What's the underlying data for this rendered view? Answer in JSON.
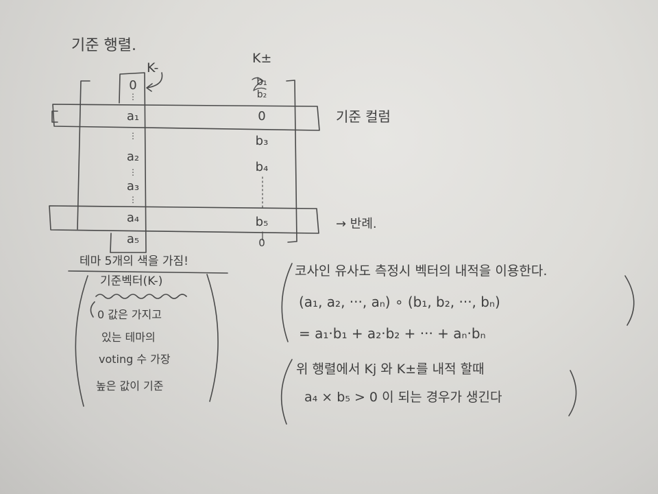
{
  "colors": {
    "paper": "#dddcd8",
    "ink": "#3f3f3f"
  },
  "matrix": {
    "title": "기준 행렬.",
    "left_column": {
      "label": "K-",
      "cells": [
        "0",
        "⋮",
        "a₁",
        "⋮",
        "a₂",
        "⋮",
        "a₃",
        "⋮",
        "a₄",
        "a₅"
      ]
    },
    "right_column": {
      "label": "K±",
      "cells": [
        "b₁",
        "b₂",
        "0",
        "b₃",
        "b₄",
        "b₅",
        "0"
      ]
    },
    "top_row_label": "기준 컬럼",
    "bottom_row_label": "→ 반례."
  },
  "left_note": {
    "heading": "테마 5개의 색을 가짐!",
    "subheading": "기준벡터(K-)",
    "lines": [
      "0 값은 가지고",
      "있는 테마의",
      "voting 수 가장",
      "높은 값이 기준"
    ]
  },
  "right_note": {
    "lines": [
      "코사인 유사도 측정시 벡터의 내적을 이용한다.",
      "(a₁, a₂, ···, aₙ) ∘ (b₁, b₂, ···, bₙ)",
      "= a₁·b₁ + a₂·b₂ + ··· + aₙ·bₙ"
    ]
  },
  "right_note_2": {
    "lines": [
      "위 행렬에서 Kj 와 K±를 내적 할때",
      "a₄ × b₅ > 0 이 되는 경우가 생긴다"
    ]
  }
}
